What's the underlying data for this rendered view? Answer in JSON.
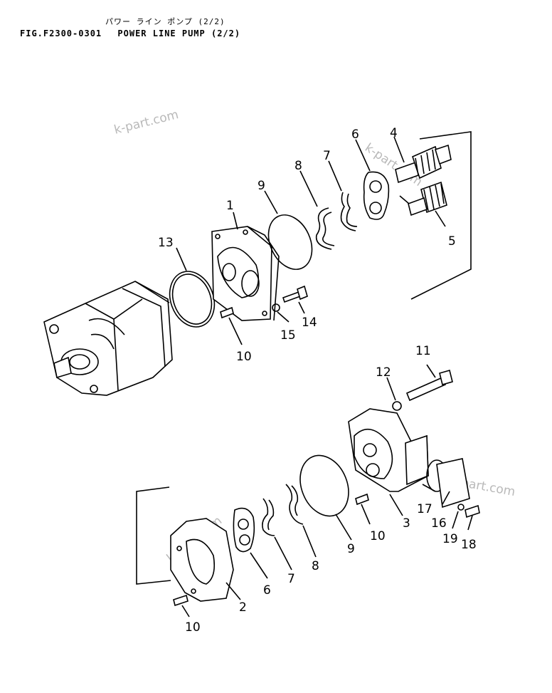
{
  "header": {
    "title_jp": "パワー ライン ポンプ (2/2)",
    "fig_code": "FIG.F2300-0301",
    "title_en": "POWER LINE PUMP (2/2)"
  },
  "watermark": "k-part.com",
  "parts": [
    {
      "key": "p1",
      "num": "1"
    },
    {
      "key": "p2",
      "num": "2"
    },
    {
      "key": "p3",
      "num": "3"
    },
    {
      "key": "p4",
      "num": "4"
    },
    {
      "key": "p5",
      "num": "5"
    },
    {
      "key": "p6a",
      "num": "6"
    },
    {
      "key": "p6b",
      "num": "6"
    },
    {
      "key": "p7a",
      "num": "7"
    },
    {
      "key": "p7b",
      "num": "7"
    },
    {
      "key": "p8a",
      "num": "8"
    },
    {
      "key": "p8b",
      "num": "8"
    },
    {
      "key": "p9a",
      "num": "9"
    },
    {
      "key": "p9b",
      "num": "9"
    },
    {
      "key": "p10a",
      "num": "10"
    },
    {
      "key": "p10b",
      "num": "10"
    },
    {
      "key": "p10c",
      "num": "10"
    },
    {
      "key": "p11",
      "num": "11"
    },
    {
      "key": "p12",
      "num": "12"
    },
    {
      "key": "p13",
      "num": "13"
    },
    {
      "key": "p14",
      "num": "14"
    },
    {
      "key": "p15",
      "num": "15"
    },
    {
      "key": "p16",
      "num": "16"
    },
    {
      "key": "p17",
      "num": "17"
    },
    {
      "key": "p18",
      "num": "18"
    },
    {
      "key": "p19",
      "num": "19"
    }
  ]
}
